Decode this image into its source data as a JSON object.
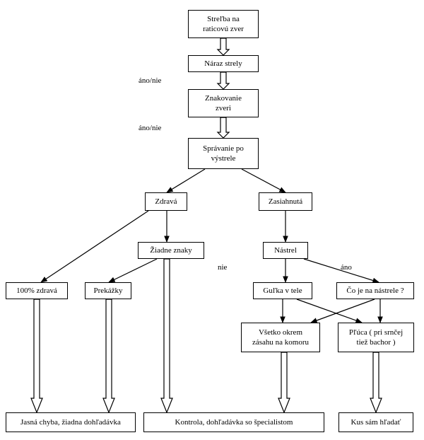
{
  "nodes": {
    "strelba": "Streľba na\nraticovú zver",
    "naraz": "Náraz strely",
    "znakovanie": "Znakovanie\nzveri",
    "spravanie": "Správanie po\nvýstrele",
    "zdrava": "Zdravá",
    "zasiahnuta": "Zasiahnutá",
    "ziadne_znaky": "Žiadne znaky",
    "nastrel": "Nástrel",
    "zdrava_100": "100% zdravá",
    "prekazky": "Prekážky",
    "gulka": "Guľka v tele",
    "co_je": "Čo je na nástrele ?",
    "vsetko": "Všetko okrem\nzásahu na komoru",
    "pluca": "Pľúca ( pri srnčej\ntiež bachor )",
    "jasna_chyba": "Jasná chyba, žiadna dohľadávka",
    "kontrola": "Kontrola, dohľadávka so špecialistom",
    "kus_sam": "Kus sám hľadať"
  },
  "labels": {
    "ano_nie_1": "áno/nie",
    "ano_nie_2": "áno/nie",
    "nie": "nie",
    "ano": "áno"
  },
  "colors": {
    "stroke": "#000000",
    "background": "#ffffff"
  }
}
